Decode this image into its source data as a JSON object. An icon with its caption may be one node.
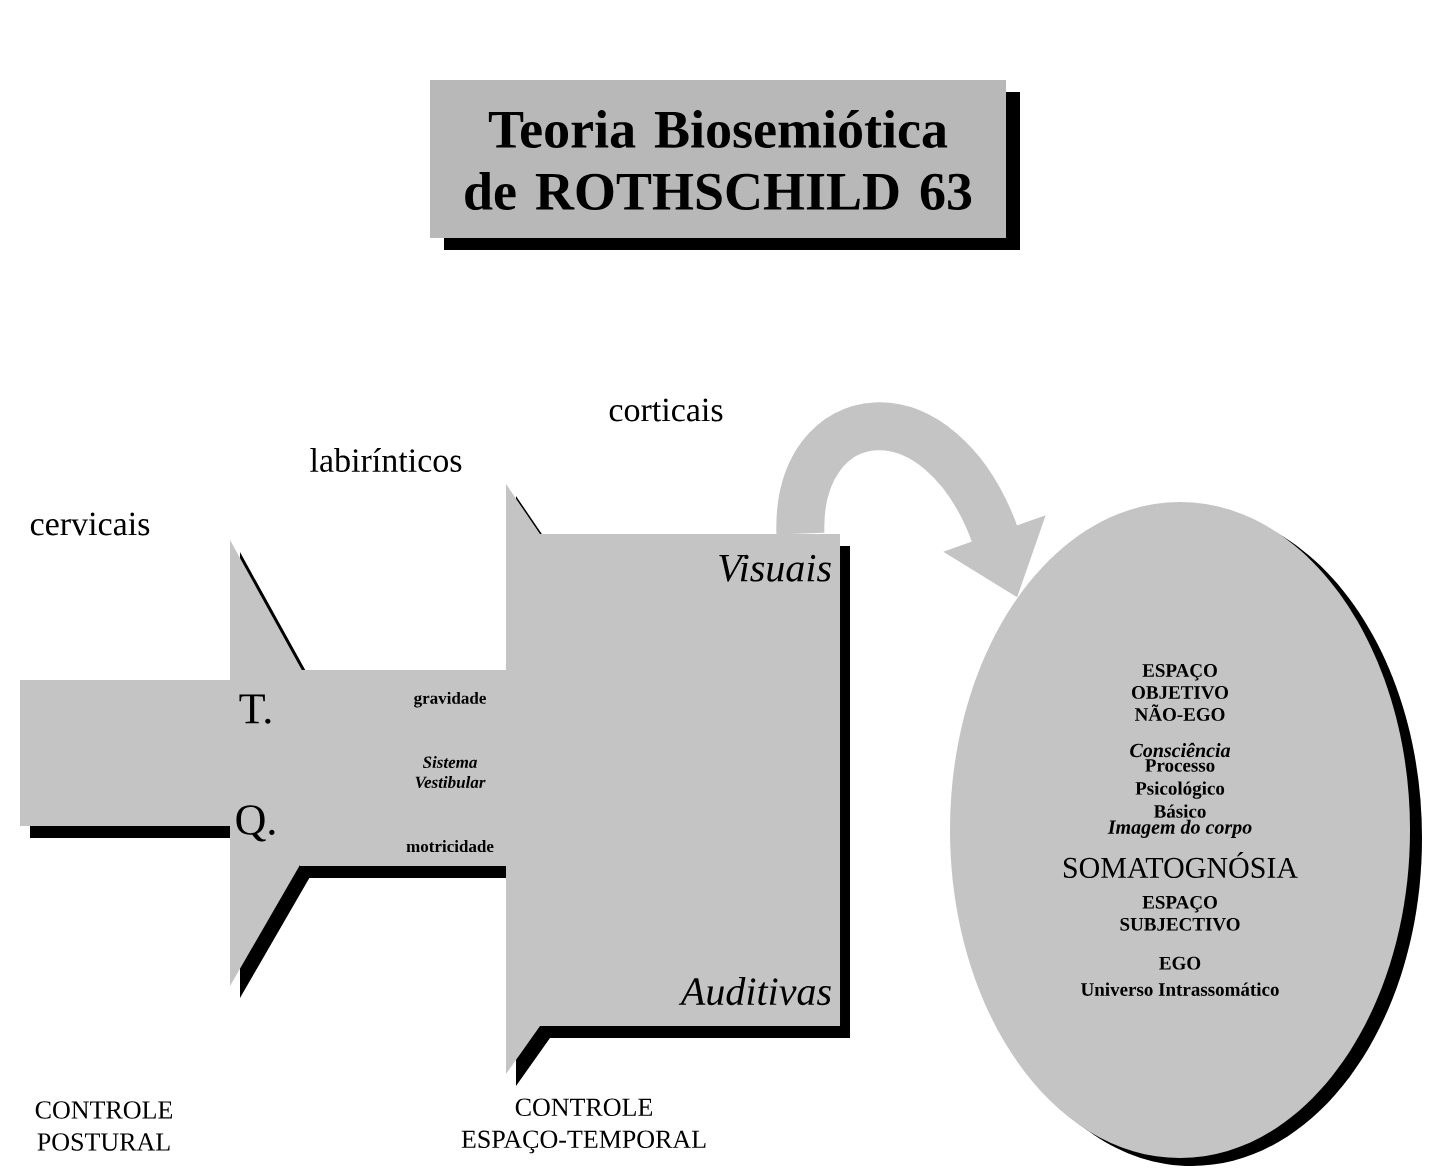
{
  "diagram": {
    "title": "Teoria Biosemiótica de ROTHSCHILD 63",
    "nodes": [
      {
        "text": [
          "T.",
          "Q."
        ]
      },
      {
        "text": [
          "gravidade",
          "Sistema Vestibular",
          "motricidade"
        ]
      },
      {
        "text": [
          "Visuais",
          "Auditivas"
        ]
      },
      {
        "text": [
          "ESPAÇO OBJETIVO NÃO-EGO",
          "Consciência",
          "Processo Psicológico Básico",
          "Imagem do corpo",
          "SOMATOGNÓSIA",
          "ESPAÇO SUBJECTIVO",
          "EGO",
          "Universo Intrassomático"
        ]
      }
    ],
    "edges": [
      {
        "from": 2,
        "to": 3,
        "arrow": "to"
      }
    ],
    "labels": [
      "cervicais",
      "labirínticos",
      "corticais",
      "CONTROLE POSTURAL",
      "CONTROLE ESPAÇO-TEMPORAL"
    ]
  }
}
